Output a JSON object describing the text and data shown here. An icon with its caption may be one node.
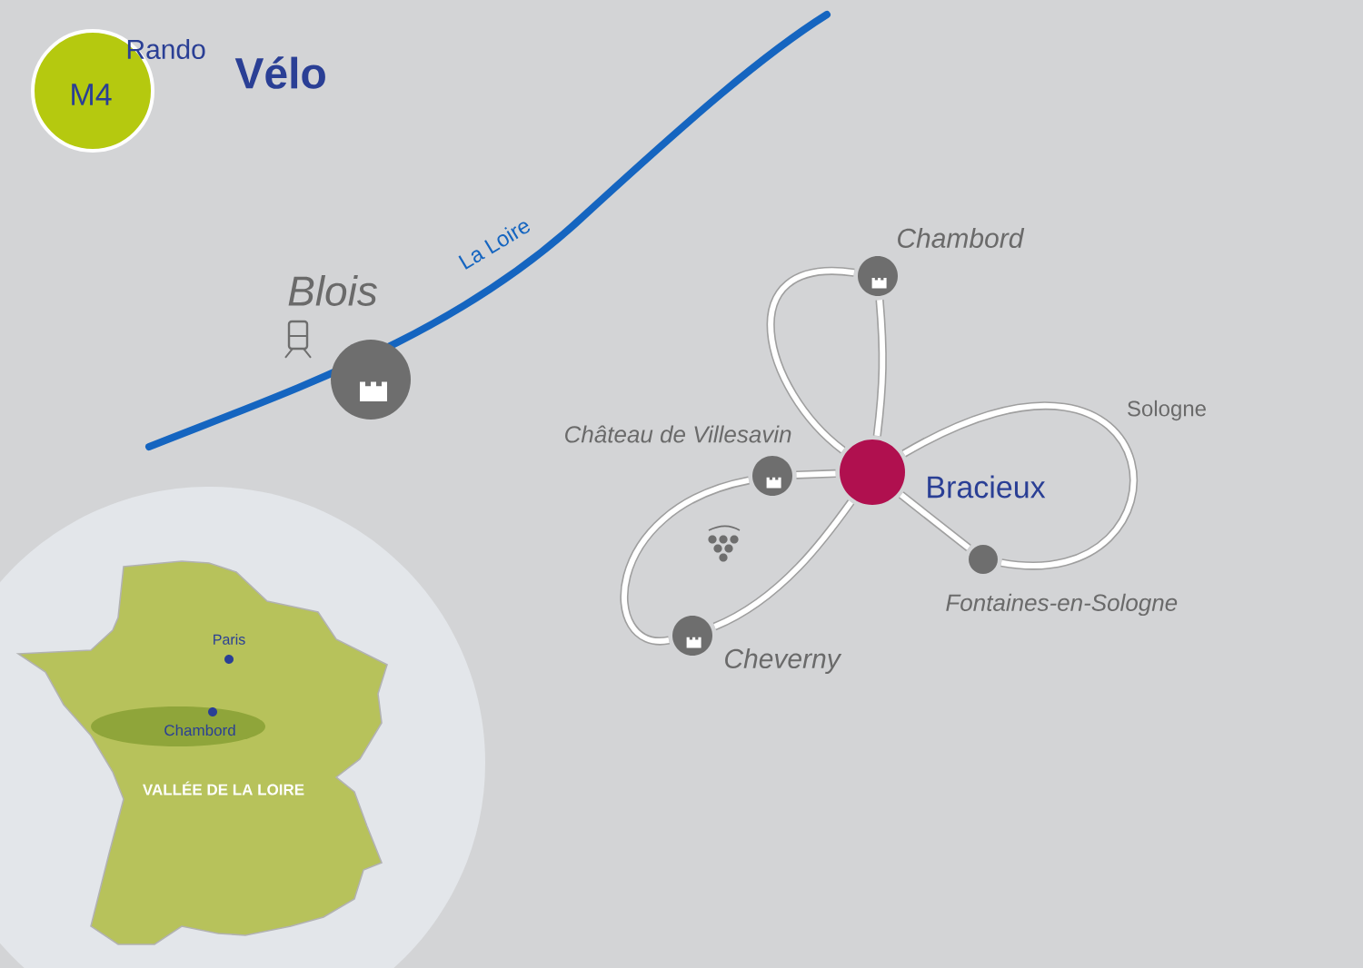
{
  "diagram": {
    "nodes": [
      {
        "text": [],
        "shape": "circle",
        "beside": [
          "Bracieux"
        ]
      },
      {
        "text": [],
        "shape": "circle",
        "beside": [
          "Chambord"
        ]
      },
      {
        "text": [],
        "shape": "circle",
        "beside": [
          "Château de Villesavin"
        ]
      },
      {
        "text": [],
        "shape": "circle",
        "beside": [
          "Cheverny"
        ]
      },
      {
        "text": [],
        "shape": "circle",
        "beside": [
          "Fontaines-en-Sologne"
        ]
      }
    ],
    "edges": [
      {
        "from": 0,
        "to": 1,
        "arrow": "none"
      },
      {
        "from": 1,
        "to": 0,
        "arrow": "none"
      },
      {
        "from": 0,
        "to": 2,
        "arrow": "none"
      },
      {
        "from": 2,
        "to": 3,
        "arrow": "none"
      },
      {
        "from": 3,
        "to": 0,
        "arrow": "none"
      },
      {
        "from": 0,
        "to": 4,
        "arrow": "none"
      },
      {
        "from": 4,
        "to": 0,
        "arrow": "none"
      }
    ],
    "labels": [
      "M4",
      "Rando",
      "Vélo",
      "La Loire",
      "Blois",
      "Sologne",
      "Paris",
      "Chambord",
      "VALLÉE DE LA LOIRE"
    ]
  }
}
